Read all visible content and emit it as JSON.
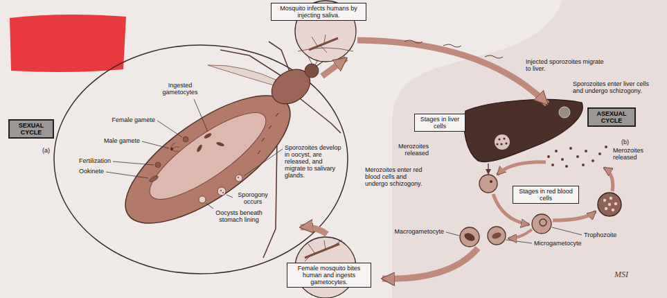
{
  "diagram": {
    "nodes": [
      {
        "text": [
          "Mosquito infects humans by injecting saliva."
        ]
      },
      {
        "text": [
          "SEXUAL CYCLE"
        ]
      },
      {
        "text": [
          "Stages in liver cells"
        ]
      },
      {
        "text": [
          "ASEXUAL CYCLE"
        ]
      },
      {
        "text": [
          "Stages in red blood cells"
        ]
      },
      {
        "text": [
          "Female mosquito bites human and ingests gametocytes."
        ]
      }
    ],
    "labels": [
      "(a)",
      "Ingested gametocytes",
      "Female gamete",
      "Male gamete",
      "Fertilization",
      "Ookinete",
      "Sporozoites develop in oocyst, are released, and migrate to salivary glands.",
      "Sporogony occurs",
      "Oocysts beneath stomach lining",
      "Injected sporozoites migrate to liver.",
      "Sporozoites enter liver cells and undergo schizogony.",
      "(b)",
      "Merozoites released",
      "Merozoites released",
      "Merozoites enter red blood cells and undergo schizogony.",
      "Trophozoite",
      "Microgametocyte",
      "Macrogametocyte",
      "MSI"
    ]
  }
}
